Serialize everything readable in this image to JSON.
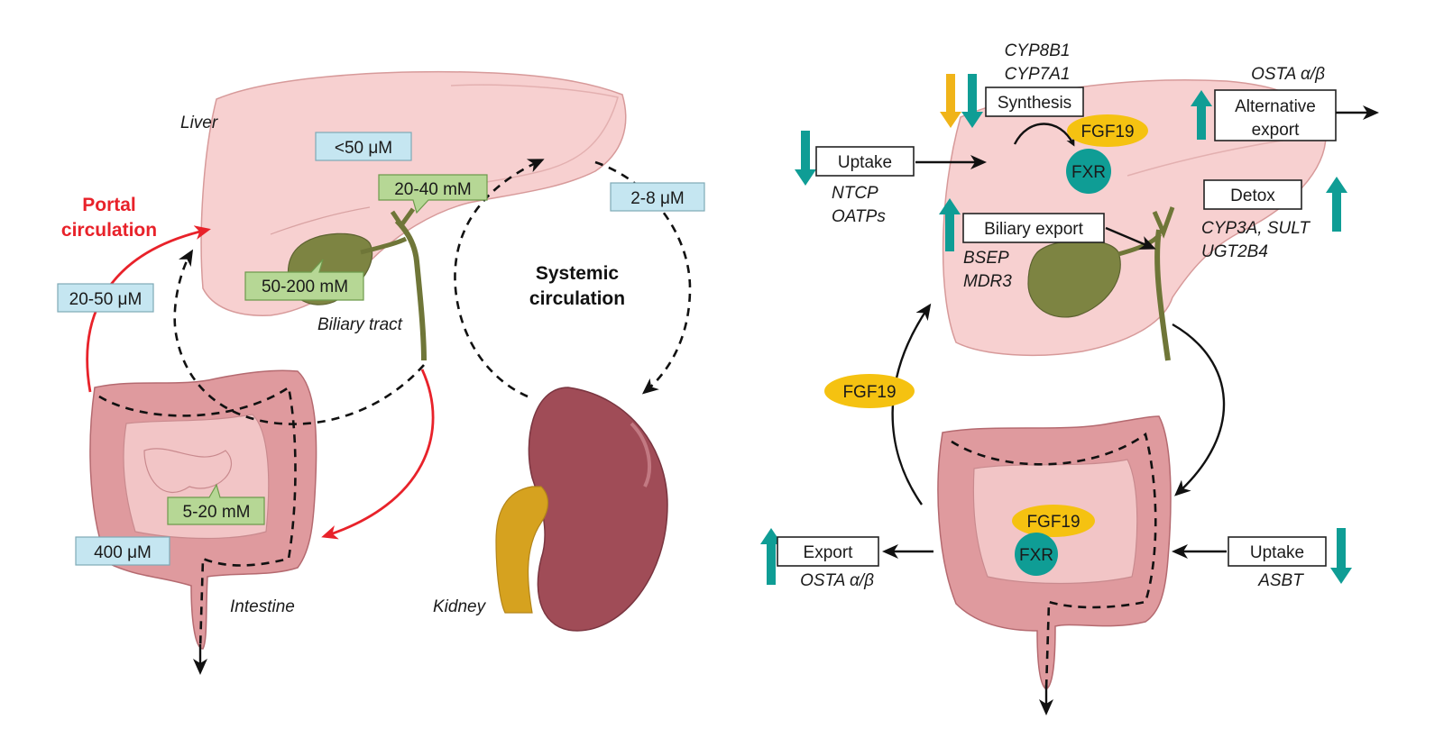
{
  "left": {
    "organs": {
      "liver": "Liver",
      "biliary": "Biliary tract",
      "intestine": "Intestine",
      "kidney": "Kidney"
    },
    "portal": [
      "Portal",
      "circulation"
    ],
    "systemic": [
      "Systemic",
      "circulation"
    ],
    "conc": {
      "liver": "<50 μM",
      "bile_duct": "20-40 mM",
      "gallbladder": "50-200 mM",
      "portal": "20-50 μM",
      "systemic": "2-8 μM",
      "intestine_lumen": "5-20 mM",
      "colon": "400 μM"
    }
  },
  "right": {
    "genes_synthesis": [
      "CYP8B1",
      "CYP7A1"
    ],
    "synthesis": "Synthesis",
    "fgf19": "FGF19",
    "fxr": "FXR",
    "uptake_liver": "Uptake",
    "uptake_genes": [
      "NTCP",
      "OATPs"
    ],
    "biliary_export": "Biliary export",
    "biliary_genes": [
      "BSEP",
      "MDR3"
    ],
    "alt_genes": "OSTA α/β",
    "alt_export": [
      "Alternative",
      "export"
    ],
    "detox": "Detox",
    "detox_genes": [
      "CYP3A, SULT",
      "UGT2B4"
    ],
    "export_int": "Export",
    "export_genes": "OSTA α/β",
    "uptake_int": "Uptake",
    "uptake_int_genes": "ASBT"
  },
  "colors": {
    "up_arrow": "#0f9d95",
    "down_arrow_teal": "#0f9d95",
    "down_arrow_yellow": "#f0b419",
    "fgf19": "#f5c211",
    "fxr": "#0f9d95",
    "portal_arrow": "#e8222a"
  }
}
